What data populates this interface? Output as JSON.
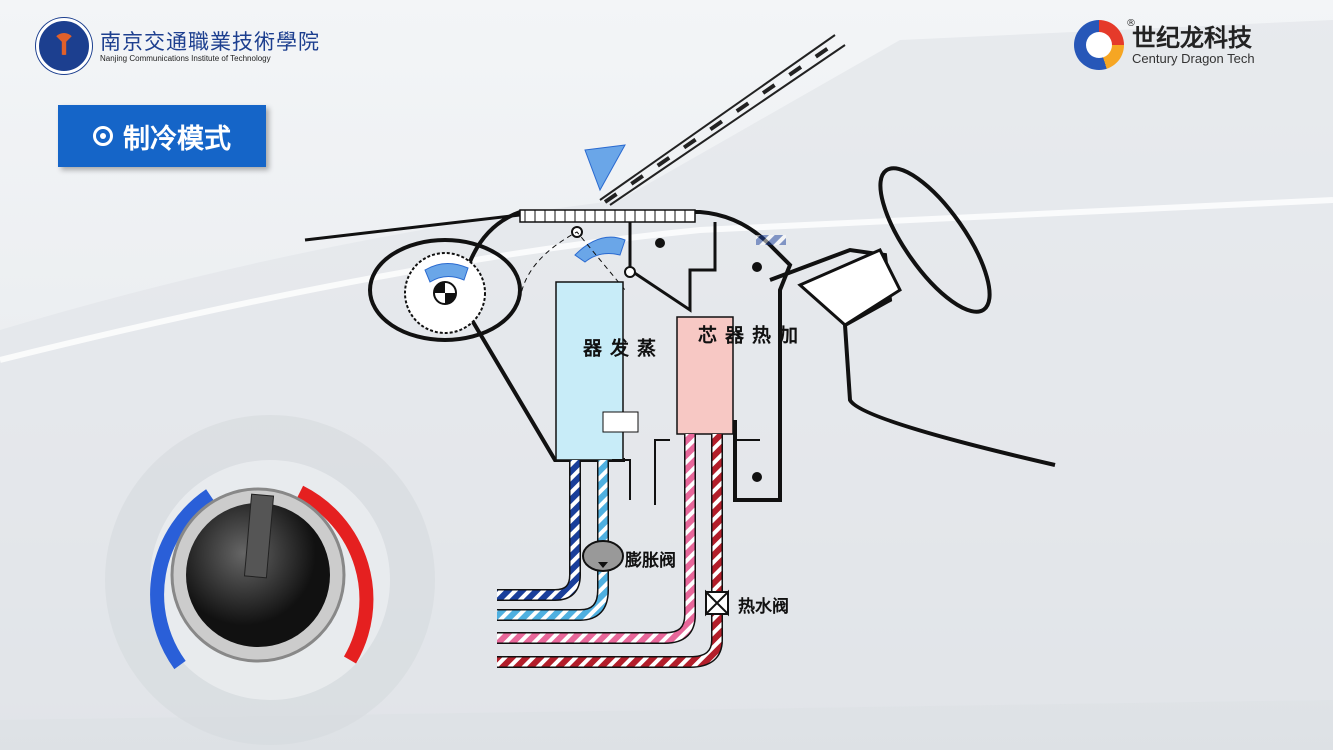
{
  "header": {
    "school_name_cn": "南京交通職業技術學院",
    "school_name_en": "Nanjing Communications Institute of Technology",
    "brand_name_cn": "世纪龙科技",
    "brand_name_en": "Century Dragon Tech",
    "registered_mark": "®"
  },
  "title": {
    "icon": "target-icon",
    "text": "制冷模式"
  },
  "diagram": {
    "evaporator": "蒸发器",
    "heater_core": "加热器芯",
    "expansion_valve": "膨胀阀",
    "hot_water_valve": "热水阀"
  },
  "colors": {
    "title_bg": "#1565c8",
    "evaporator": "#c8ecf8",
    "heater_core": "#f7c8c4",
    "cold_dark": "#1a3f9a",
    "cold_light": "#4fb0e0",
    "hot_pink": "#e8679a",
    "hot_dark": "#b31e2a"
  }
}
